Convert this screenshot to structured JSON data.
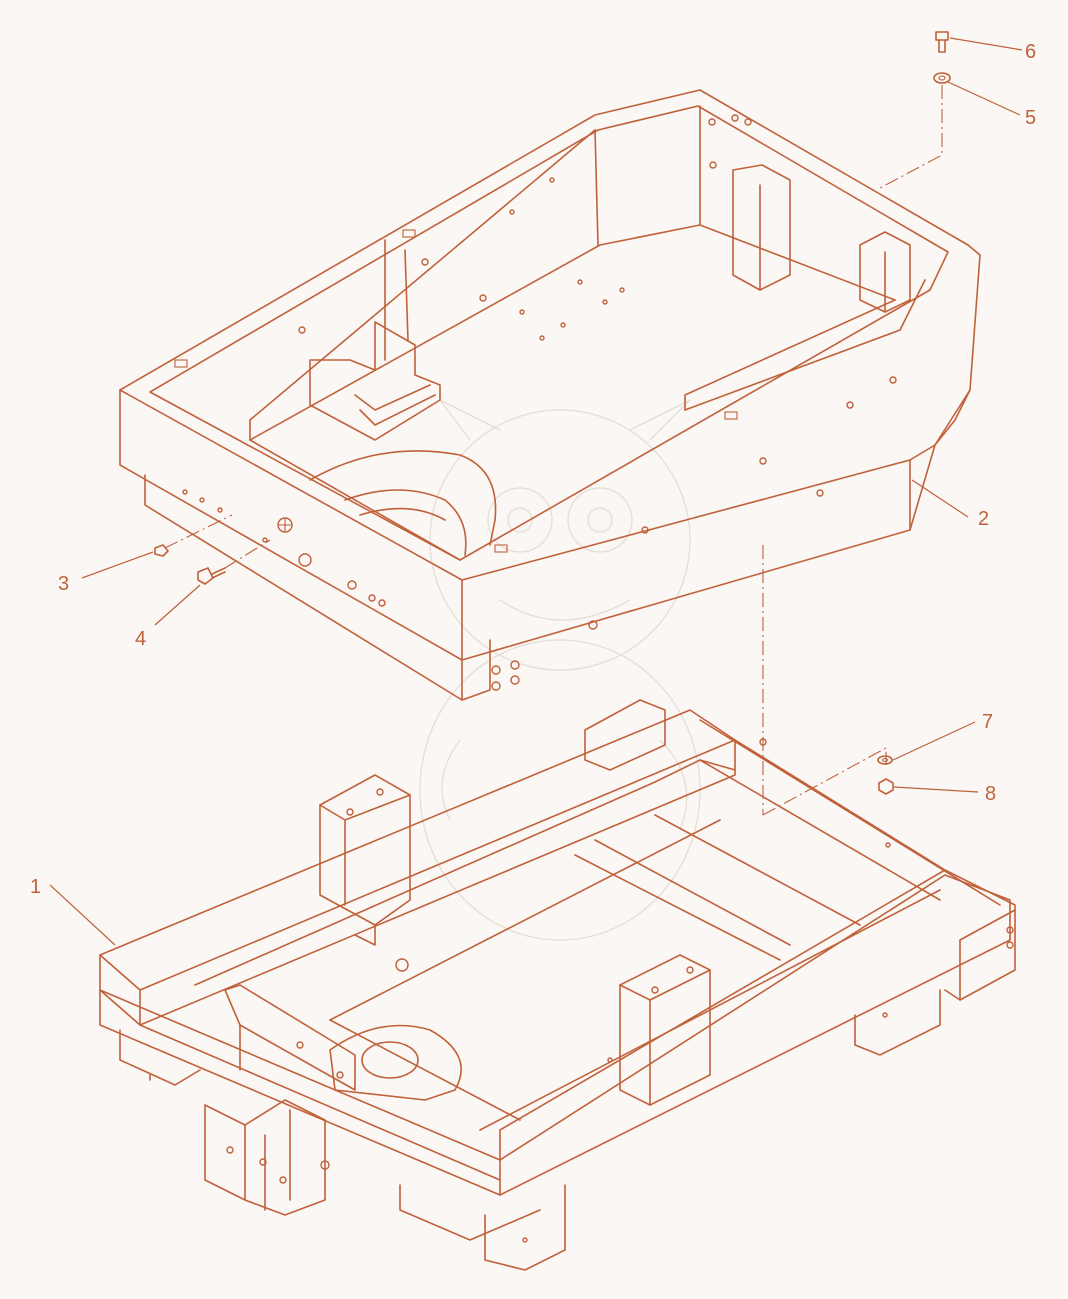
{
  "diagram": {
    "accent_color": "#c0613a",
    "background_color": "#fbf7f4",
    "callouts": [
      {
        "id": "1",
        "label": "1"
      },
      {
        "id": "2",
        "label": "2"
      },
      {
        "id": "3",
        "label": "3"
      },
      {
        "id": "4",
        "label": "4"
      },
      {
        "id": "5",
        "label": "5"
      },
      {
        "id": "6",
        "label": "6"
      },
      {
        "id": "7",
        "label": "7"
      },
      {
        "id": "8",
        "label": "8"
      }
    ]
  }
}
